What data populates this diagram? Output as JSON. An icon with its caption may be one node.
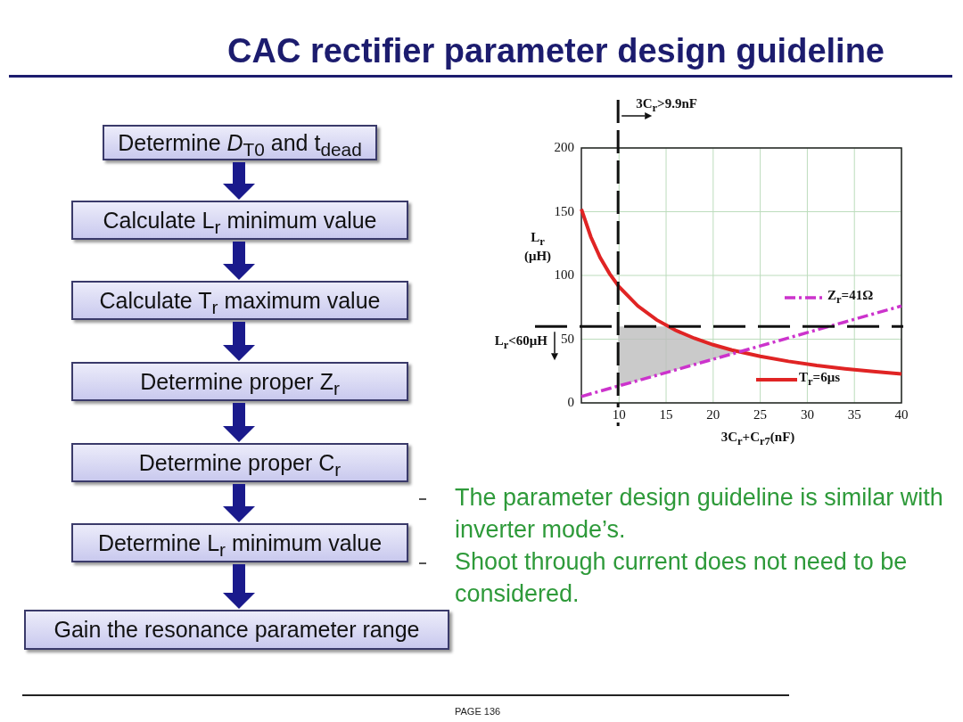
{
  "diagram": {
    "title": "CAC rectifier parameter design guideline",
    "nodes": [
      {
        "text": [
          "Determine *D*$_{T0}$ and t$_{dead}$"
        ]
      },
      {
        "text": [
          "Calculate L$_{r}$ minimum value"
        ]
      },
      {
        "text": [
          "Calculate T$_{r}$ maximum value"
        ]
      },
      {
        "text": [
          "Determine proper Z$_{r}$"
        ]
      },
      {
        "text": [
          "Determine proper C$_{r}$"
        ]
      },
      {
        "text": [
          "Determine L$_{r}$ minimum value"
        ]
      },
      {
        "text": [
          "Gain the resonance parameter range"
        ]
      }
    ],
    "edges": [
      {
        "from": 0,
        "to": 1,
        "arrow": "to"
      },
      {
        "from": 1,
        "to": 2,
        "arrow": "to"
      },
      {
        "from": 2,
        "to": 3,
        "arrow": "to"
      },
      {
        "from": 3,
        "to": 4,
        "arrow": "to"
      },
      {
        "from": 4,
        "to": 5,
        "arrow": "to"
      },
      {
        "from": 5,
        "to": 6,
        "arrow": "to"
      }
    ],
    "labels": [
      "The parameter design guideline is similar with inverter mode’s.",
      "Shoot through current does not need to be considered.",
      "PAGE 136"
    ],
    "chart_data": {
      "type": "line",
      "xlabel": "3C$_{r}$+C$_{r7}$(nF)",
      "ylabel": "L$_{r}$ (μH)",
      "x": [
        6,
        7,
        8,
        9,
        10,
        12,
        14,
        16,
        18,
        20,
        22,
        25,
        28,
        31,
        34,
        37,
        40
      ],
      "series": [
        {
          "name": "T$_{r}$=6μs",
          "color": "#e02424",
          "line_style": "solid",
          "values": [
            152,
            130.3,
            114,
            101.3,
            91.2,
            76,
            65.1,
            57,
            50.7,
            45.6,
            41.5,
            36.5,
            32.6,
            29.4,
            26.8,
            24.6,
            22.8
          ]
        },
        {
          "name": "Z$_{r}$=41Ω",
          "color": "#cc33cc",
          "line_style": "dashdot",
          "values": [
            5,
            7.1,
            9.2,
            11.3,
            13.4,
            17.5,
            21.7,
            25.9,
            30.1,
            34.3,
            38.4,
            44.7,
            51,
            57.3,
            63.5,
            69.8,
            76
          ]
        }
      ],
      "xlim": [
        6,
        40
      ],
      "ylim": [
        0,
        200
      ],
      "xticks": [
        10,
        15,
        20,
        25,
        30,
        35,
        40
      ],
      "yticks": [
        0,
        50,
        100,
        150,
        200
      ],
      "grid": true,
      "legend": true,
      "ref_lines": [
        {
          "axis": "x",
          "value": 9.9,
          "color": "#111111"
        },
        {
          "axis": "y",
          "value": 60,
          "color": "#111111"
        }
      ],
      "annotations": [
        "3C$_{r}$>9.9nF",
        "L$_{r}$<60μH"
      ]
    }
  }
}
